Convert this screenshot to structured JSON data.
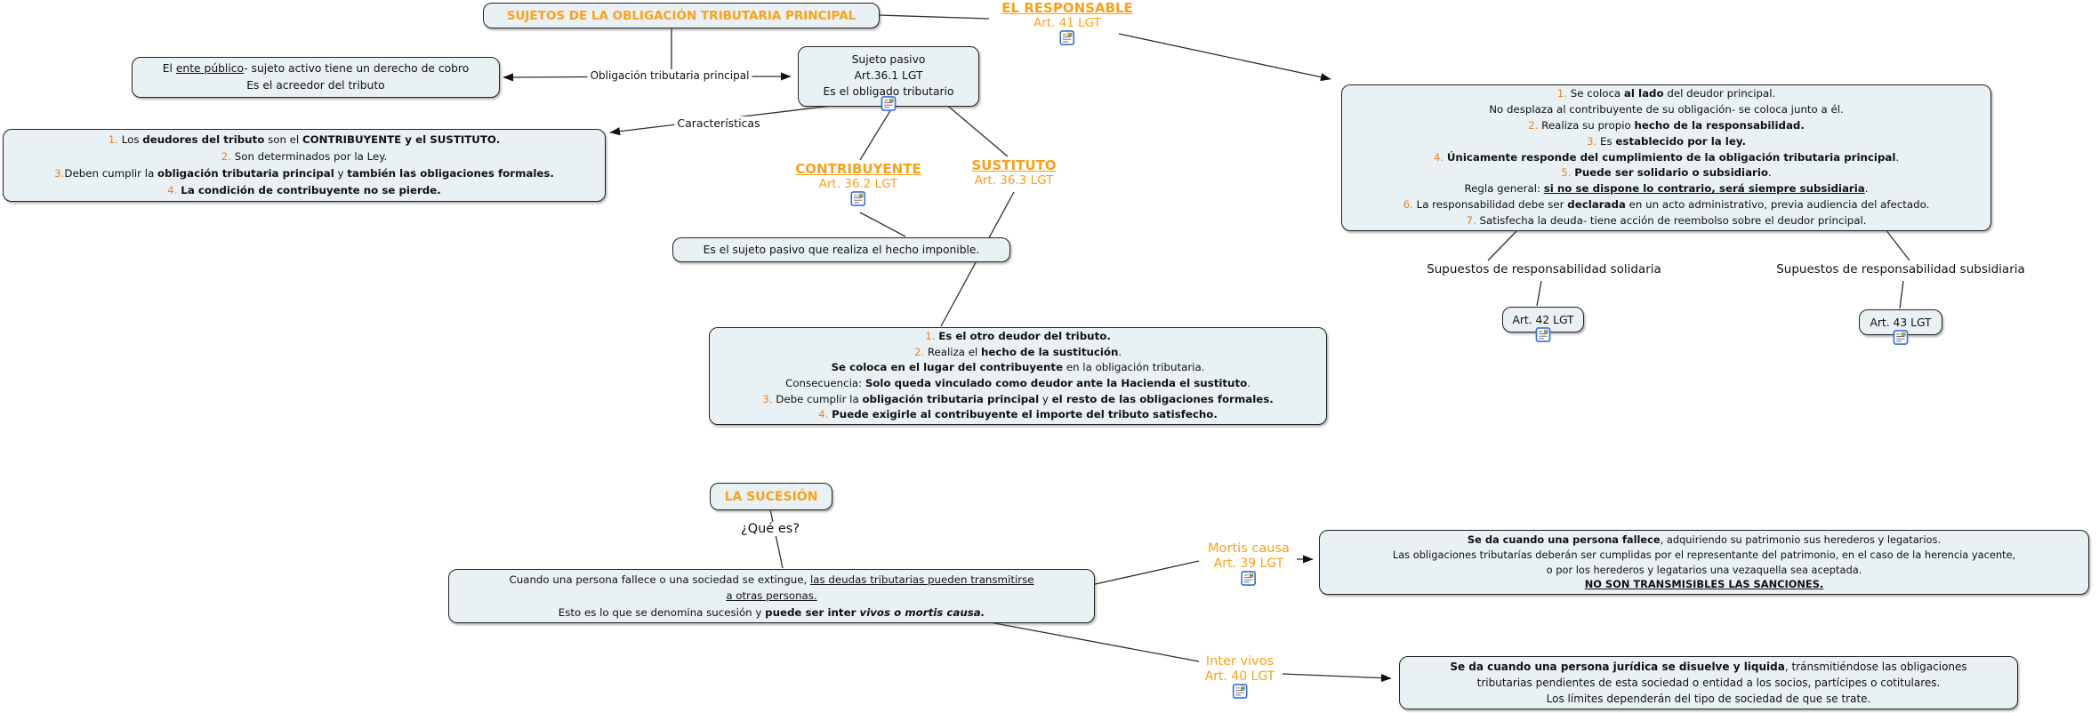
{
  "colors": {
    "accent_orange": "#f9a11b",
    "list_number_orange": "#e8832c",
    "node_fill": "#e9f1f4",
    "node_border": "#232323",
    "connector_line": "#2e2e2e",
    "text": "#111111",
    "resource_icon_border": "#3a6fd8"
  },
  "nodes": {
    "title": "SUJETOS DE LA OBLIGACIÓN TRIBUTARIA PRINCIPAL",
    "ente_publico": [
      [
        {
          "t": "El "
        },
        {
          "t": "ente público",
          "u": 1
        },
        {
          "t": "- sujeto activo tiene un derecho de cobro"
        }
      ],
      [
        {
          "t": "Es el acreedor del tributo"
        }
      ]
    ],
    "sujeto_pasivo": [
      [
        {
          "t": "Sujeto pasivo"
        }
      ],
      [
        {
          "t": "Art.36.1 LGT"
        }
      ],
      [
        {
          "t": "Es el obligado tributario"
        }
      ]
    ],
    "caracteristicas": [
      [
        {
          "t": "1.",
          "o": 1
        },
        {
          "t": " Los "
        },
        {
          "t": "deudores del tributo",
          "b": 1
        },
        {
          "t": " son el "
        },
        {
          "t": "CONTRIBUYENTE y el SUSTITUTO.",
          "b": 1
        }
      ],
      [
        {
          "t": "2.",
          "o": 1
        },
        {
          "t": " Son determinados por la Ley."
        }
      ],
      [
        {
          "t": "3.",
          "o": 1
        },
        {
          "t": "Deben cumplir la "
        },
        {
          "t": "obligación tributaria principal",
          "b": 1
        },
        {
          "t": " y "
        },
        {
          "t": "también las obligaciones formales.",
          "b": 1
        }
      ],
      [
        {
          "t": "4.",
          "o": 1
        },
        {
          "t": " "
        },
        {
          "t": "La condición de contribuyente no se pierde.",
          "b": 1
        }
      ]
    ],
    "responsable_detalle": [
      [
        {
          "t": "1.",
          "o": 1
        },
        {
          "t": " Se coloca "
        },
        {
          "t": "al lado",
          "b": 1
        },
        {
          "t": " del deudor principal."
        }
      ],
      [
        {
          "t": "No desplaza al contribuyente de su obligación- se coloca junto a él."
        }
      ],
      [
        {
          "t": "2.",
          "o": 1
        },
        {
          "t": " Realiza su propio "
        },
        {
          "t": "hecho de la responsabilidad.",
          "b": 1
        }
      ],
      [
        {
          "t": "3.",
          "o": 1
        },
        {
          "t": " Es "
        },
        {
          "t": "establecido por la ley.",
          "b": 1
        }
      ],
      [
        {
          "t": "4.",
          "o": 1
        },
        {
          "t": " "
        },
        {
          "t": "Únicamente responde del cumplimiento de la obligación tributaria principal",
          "b": 1
        },
        {
          "t": "."
        }
      ],
      [
        {
          "t": "5.",
          "o": 1
        },
        {
          "t": " "
        },
        {
          "t": "Puede ser solidario o subsidiario",
          "b": 1
        },
        {
          "t": "."
        }
      ],
      [
        {
          "t": "Regla general: "
        },
        {
          "t": "si no se dispone lo contrario, será siempre subsidiaria",
          "b": 1,
          "u": 1
        },
        {
          "t": "."
        }
      ],
      [
        {
          "t": "6.",
          "o": 1
        },
        {
          "t": " La responsabilidad debe ser "
        },
        {
          "t": "declarada",
          "b": 1
        },
        {
          "t": " en un acto administrativo, previa audiencia del afectado."
        }
      ],
      [
        {
          "t": "7.",
          "o": 1
        },
        {
          "t": " Satisfecha la deuda- tiene acción de reembolso sobre el deudor principal."
        }
      ]
    ],
    "hecho_imponible": [
      [
        {
          "t": "Es el sujeto pasivo que realiza el hecho imponible."
        }
      ]
    ],
    "sustituto_detalle": [
      [
        {
          "t": "1.",
          "o": 1
        },
        {
          "t": " "
        },
        {
          "t": "Es el otro deudor del tributo.",
          "b": 1
        }
      ],
      [
        {
          "t": "2.",
          "o": 1
        },
        {
          "t": " Realiza el "
        },
        {
          "t": "hecho de la sustitución",
          "b": 1
        },
        {
          "t": "."
        }
      ],
      [
        {
          "t": "Se coloca en el lugar del contribuyente",
          "b": 1
        },
        {
          "t": " en la obligación tributaria."
        }
      ],
      [
        {
          "t": "Consecuencia: "
        },
        {
          "t": "Solo queda vinculado como deudor ante la Hacienda el sustituto",
          "b": 1
        },
        {
          "t": "."
        }
      ],
      [
        {
          "t": "3.",
          "o": 1
        },
        {
          "t": " Debe cumplir la "
        },
        {
          "t": "obligación tributaria principal",
          "b": 1
        },
        {
          "t": " y "
        },
        {
          "t": "el resto de las obligaciones formales.",
          "b": 1
        }
      ],
      [
        {
          "t": "4.",
          "o": 1
        },
        {
          "t": " "
        },
        {
          "t": "Puede exigirle al contribuyente el importe del tributo satisfecho.",
          "b": 1
        }
      ]
    ],
    "art42": "Art. 42 LGT",
    "art43": "Art. 43 LGT",
    "sucesion_titulo": "LA SUCESIÓN",
    "sucesion_definicion": [
      [
        {
          "t": "Cuando una persona fallece o una sociedad se extingue, "
        },
        {
          "t": "las deudas tributarias pueden transmitirse",
          "u": 1
        }
      ],
      [
        {
          "t": "a otras personas.",
          "u": 1
        }
      ],
      [
        {
          "t": "Esto es lo que se denomina sucesión y "
        },
        {
          "t": "puede ser inter ",
          "b": 1
        },
        {
          "t": "vivos o mortis causa.",
          "b": 1,
          "i": 1
        }
      ]
    ],
    "mortis_detalle": [
      [
        {
          "t": "Se da cuando una persona fallece",
          "b": 1
        },
        {
          "t": ", adquiriendo su patrimonio sus herederos y legatarios."
        }
      ],
      [
        {
          "t": "Las obligaciones tributarías deberán ser cumplidas por el representante del patrimonio, en el caso de la herencia yacente,"
        }
      ],
      [
        {
          "t": "o por los herederos y legatarios una vezaquella sea aceptada."
        }
      ],
      [
        {
          "t": "NO SON TRANSMISIBLES LAS SANCIONES.",
          "b": 1,
          "u": 1
        }
      ]
    ],
    "intervivos_detalle": [
      [
        {
          "t": "Se da cuando una persona jurídica se disuelve y liquida",
          "b": 1
        },
        {
          "t": ", tránsmitiéndose las obligaciones"
        }
      ],
      [
        {
          "t": "tributarias pendientes de esta sociedad o entidad a los socios, partícipes o cotitulares."
        }
      ],
      [
        {
          "t": "Los límites dependerán del tipo de sociedad de que se trate."
        }
      ]
    ]
  },
  "headings": {
    "responsable": {
      "title": "EL RESPONSABLE",
      "articulo": "Art. 41 LGT"
    },
    "contribuyente": {
      "title": "CONTRIBUYENTE",
      "articulo": "Art. 36.2 LGT"
    },
    "sustituto": {
      "title": "SUSTITUTO",
      "articulo": "Art. 36.3 LGT"
    },
    "mortis_causa": {
      "title": "Mortis causa",
      "articulo": "Art. 39 LGT"
    },
    "inter_vivos": {
      "title": "Inter vivos",
      "articulo": "Art. 40 LGT"
    }
  },
  "connector_labels": {
    "obligacion": "Obligación tributaria principal",
    "caracteristicas": "Características",
    "solidaria": "Supuestos de responsabilidad solidaria",
    "subsidiaria": "Supuestos de responsabilidad subsidiaria",
    "que_es": "¿Qué es?"
  },
  "icons": {
    "resource": "resource-note-icon"
  }
}
